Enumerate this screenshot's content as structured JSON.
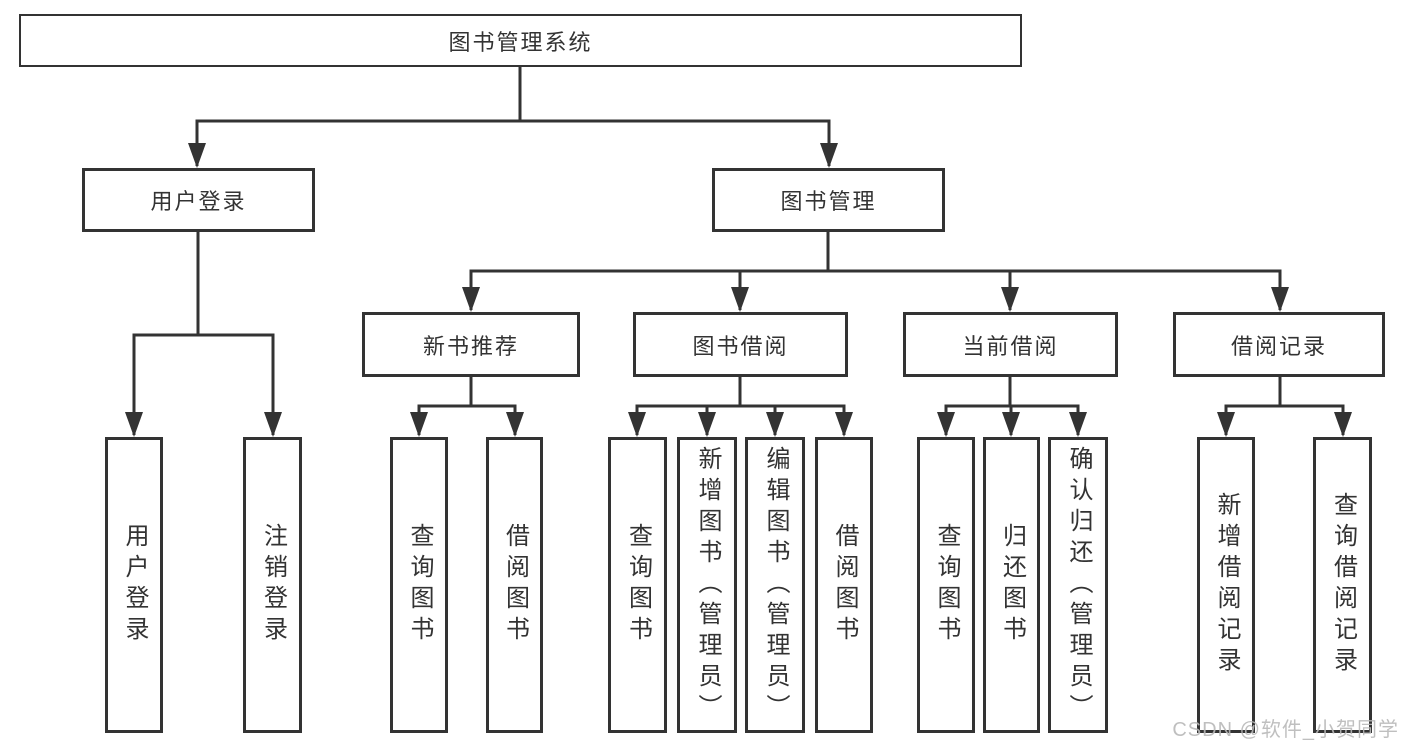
{
  "diagram": {
    "title": "图书管理系统",
    "nodes": {
      "root": "图书管理系统",
      "user_login": "用户登录",
      "book_management": "图书管理",
      "new_book_recommend": "新书推荐",
      "book_borrowing": "图书借阅",
      "current_borrowing": "当前借阅",
      "borrowing_records": "借阅记录",
      "ul_user_login": "用户登录",
      "ul_logout": "注销登录",
      "nb_query_books": "查询图书",
      "nb_borrow_books": "借阅图书",
      "bb_query_books": "查询图书",
      "bb_add_books": "新增图书（管理员）",
      "bb_edit_books": "编辑图书（管理员）",
      "bb_borrow_books": "借阅图书",
      "cb_query_books": "查询图书",
      "cb_return_books": "归还图书",
      "cb_confirm_return": "确认归还（管理员）",
      "br_add_record": "新增借阅记录",
      "br_query_record": "查询借阅记录"
    }
  },
  "watermark": "CSDN @软件_小贺同学",
  "colors": {
    "line": "#333333",
    "text": "#333333",
    "watermark": "#b9b9b9",
    "background": "#ffffff"
  }
}
